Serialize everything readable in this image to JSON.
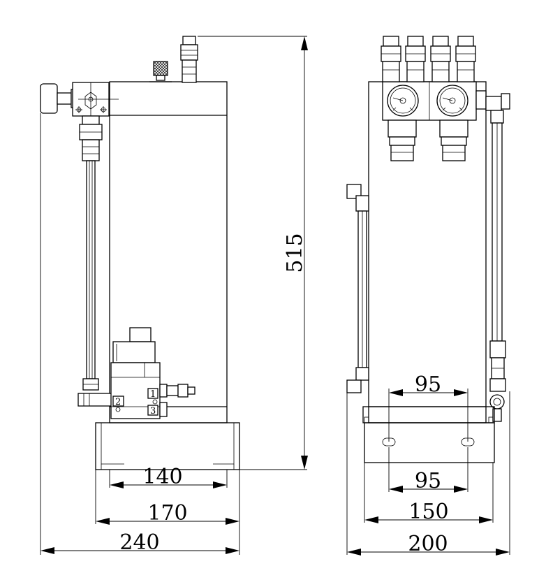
{
  "dimensions": {
    "height": "515",
    "left_inner_width": "140",
    "left_base_width": "170",
    "left_overall_width": "240",
    "right_hole_spacing_top": "95",
    "right_hole_spacing_bottom": "95",
    "right_base_width": "150",
    "right_overall_width": "200"
  },
  "valve_ports": {
    "port1": "1",
    "port2": "2",
    "port3": "3"
  },
  "colors": {
    "line": "#000000",
    "background": "#ffffff"
  }
}
